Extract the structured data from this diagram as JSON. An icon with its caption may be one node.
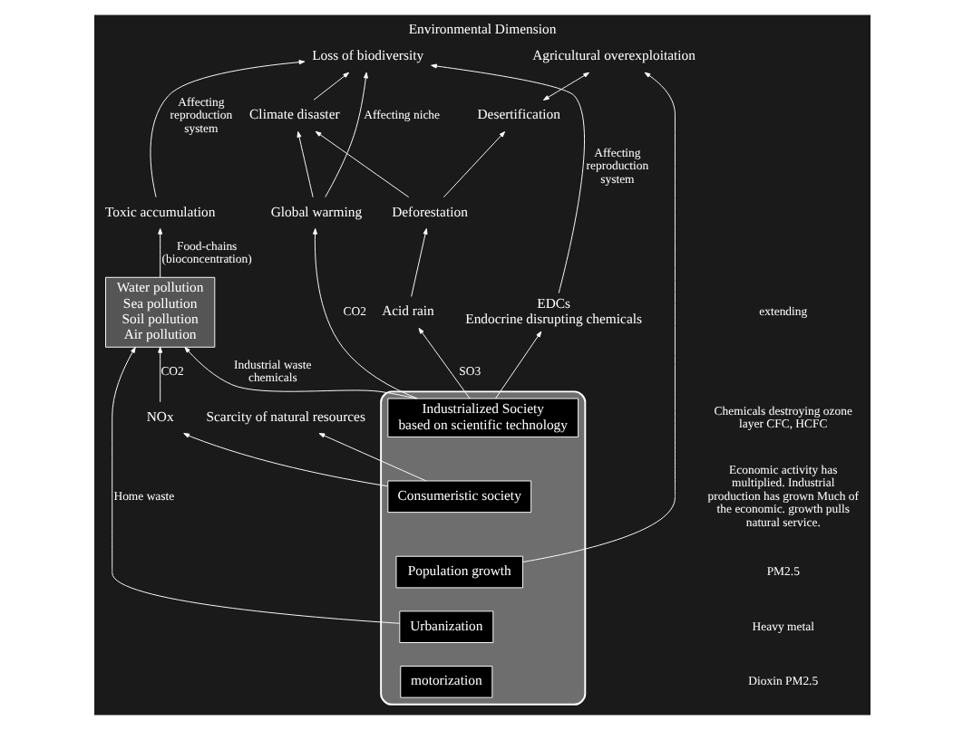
{
  "diagram": {
    "title": "Environmental Dimension",
    "nodes": [
      {
        "text": [
          "Toxic accumulation"
        ]
      },
      {
        "text": [
          "Loss of biodiversity"
        ]
      },
      {
        "text": [
          "Climate disaster"
        ]
      },
      {
        "text": [
          "Global warming"
        ]
      },
      {
        "text": [
          "Desertification"
        ]
      },
      {
        "text": [
          "Deforestation"
        ]
      },
      {
        "text": [
          "Acid rain"
        ]
      },
      {
        "text": [
          "Water pollution",
          "Sea pollution",
          "Soil pollution",
          "Air pollution"
        ]
      },
      {
        "text": [],
        "shape": "ellipse"
      },
      {
        "text": [
          "Industrialized Society",
          "based on scientific technology"
        ],
        "in": 8
      },
      {
        "text": [
          "Consumeristic society"
        ],
        "in": 8
      },
      {
        "text": [
          "Population growth"
        ],
        "in": 8
      },
      {
        "text": [
          "Urbanization"
        ],
        "in": 8
      },
      {
        "text": [
          "motorization"
        ],
        "in": 8
      },
      {
        "text": [
          "EDCs",
          "Endocrine disrupting chemicals"
        ]
      },
      {
        "text": [
          "Agricultural overexploitation"
        ]
      },
      {
        "text": [
          "Scarcity of natural resources"
        ]
      },
      {
        "text": [
          "NOx"
        ]
      }
    ],
    "edges": [
      {
        "from": 7,
        "to": 0,
        "arrow": "to",
        "label": "Food-chains (bioconcentration)"
      },
      {
        "from": 0,
        "to": 1,
        "arrow": "to",
        "label": "Affecting reproduction system"
      },
      {
        "from": 3,
        "to": 1,
        "arrow": "to",
        "label": "Affecting niche"
      },
      {
        "from": 3,
        "to": 2,
        "arrow": "to"
      },
      {
        "from": 2,
        "to": 1,
        "arrow": "to"
      },
      {
        "from": 5,
        "to": 2,
        "arrow": "to"
      },
      {
        "from": 5,
        "to": 4,
        "arrow": "to"
      },
      {
        "from": 6,
        "to": 5,
        "arrow": "to"
      },
      {
        "from": 9,
        "to": 6,
        "arrow": "to",
        "label": "SO3"
      },
      {
        "from": 9,
        "to": 3,
        "arrow": "to",
        "label": "CO2"
      },
      {
        "from": 14,
        "to": 1,
        "arrow": "to",
        "label": "Affecting reproduction system"
      },
      {
        "from": 9,
        "to": 14,
        "arrow": "to"
      },
      {
        "from": 9,
        "to": 7,
        "arrow": "to",
        "label": "Industrial waste chemicals"
      },
      {
        "from": 12,
        "to": 7,
        "arrow": "to",
        "label": "Home waste"
      },
      {
        "from": 4,
        "to": 15,
        "arrow": "both"
      },
      {
        "from": 11,
        "to": 15,
        "arrow": "to"
      },
      {
        "from": 10,
        "to": 16,
        "arrow": "to"
      },
      {
        "from": 10,
        "to": 17,
        "arrow": "to"
      },
      {
        "from": 17,
        "to": 7,
        "arrow": "to",
        "label": "CO2"
      }
    ],
    "labels": [
      "extending",
      "Chemicals destroying ozone layer CFC, HCFC",
      "Economic activity has multiplied. Industrial production has grown Much of the economic. growth pulls natural service.",
      "PM2.5",
      "Heavy metal",
      "Dioxin PM2.5"
    ]
  }
}
